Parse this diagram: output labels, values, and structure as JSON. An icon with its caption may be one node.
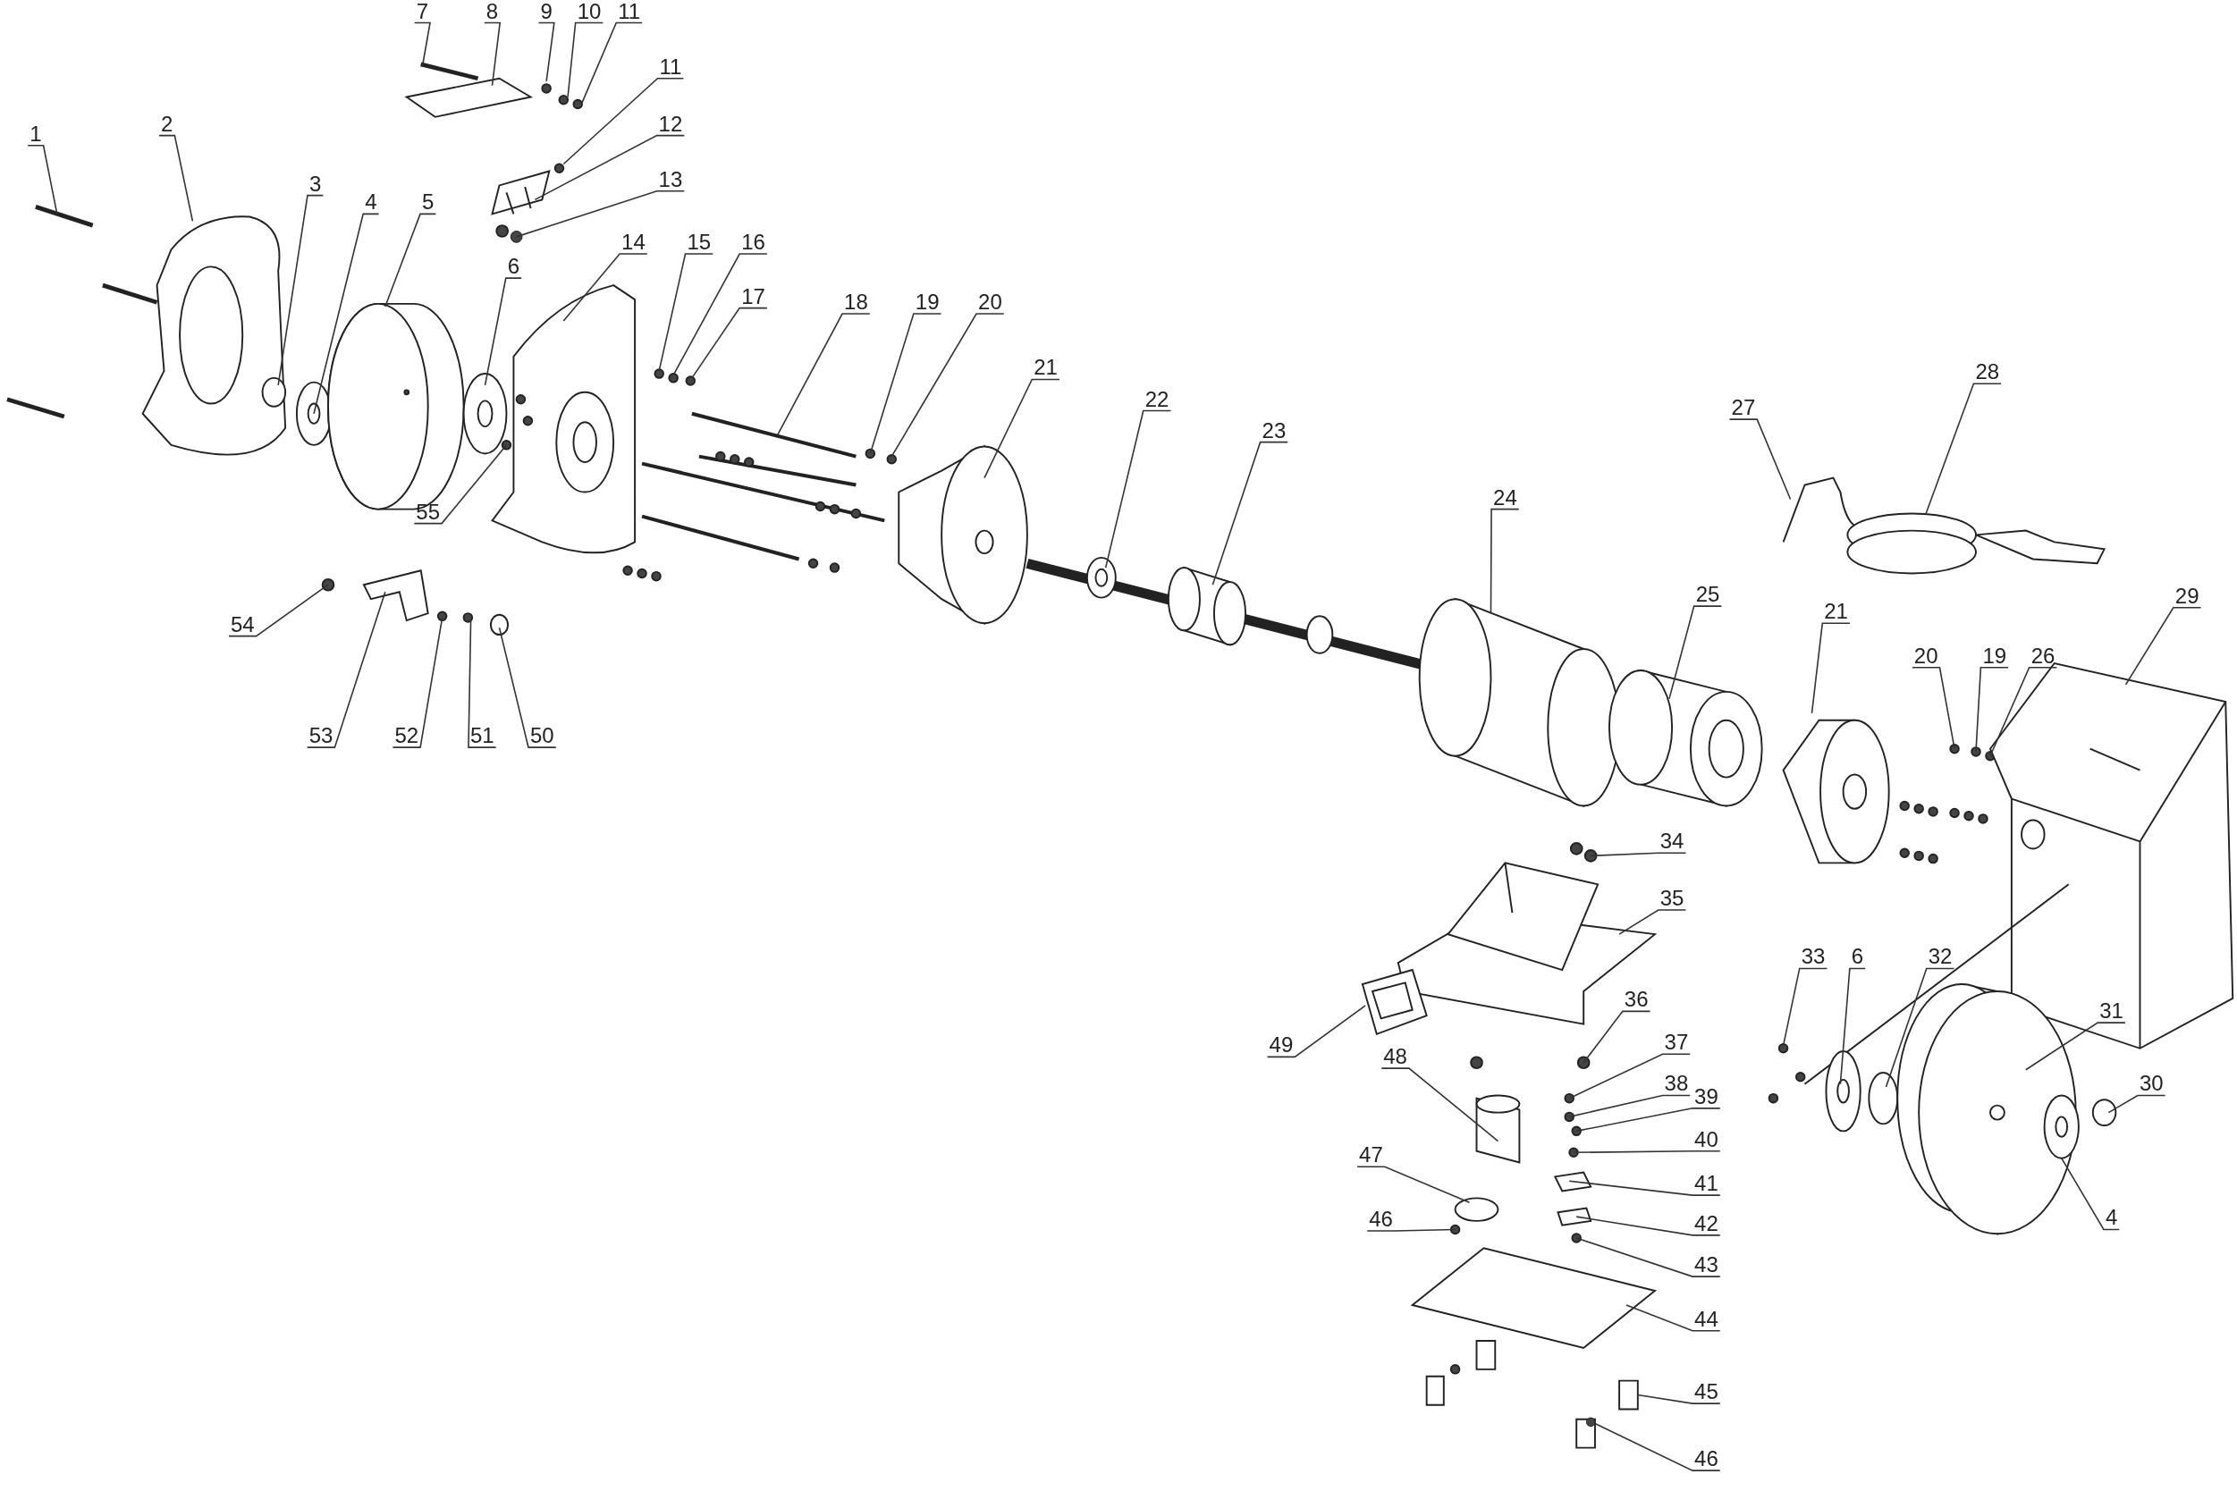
{
  "diagram": {
    "nodes": [
      {
        "text": [
          "1"
        ]
      },
      {
        "text": [
          "2"
        ]
      },
      {
        "text": [
          "3"
        ]
      },
      {
        "text": [
          "4"
        ]
      },
      {
        "text": [
          "5"
        ]
      },
      {
        "text": [
          "6"
        ]
      },
      {
        "text": [
          "7"
        ]
      },
      {
        "text": [
          "8"
        ]
      },
      {
        "text": [
          "9"
        ]
      },
      {
        "text": [
          "10"
        ]
      },
      {
        "text": [
          "11"
        ]
      },
      {
        "text": [
          "11"
        ]
      },
      {
        "text": [
          "12"
        ]
      },
      {
        "text": [
          "13"
        ]
      },
      {
        "text": [
          "14"
        ]
      },
      {
        "text": [
          "15"
        ]
      },
      {
        "text": [
          "16"
        ]
      },
      {
        "text": [
          "17"
        ]
      },
      {
        "text": [
          "18"
        ]
      },
      {
        "text": [
          "19"
        ]
      },
      {
        "text": [
          "20"
        ]
      },
      {
        "text": [
          "21"
        ]
      },
      {
        "text": [
          "22"
        ]
      },
      {
        "text": [
          "23"
        ]
      },
      {
        "text": [
          "24"
        ]
      },
      {
        "text": [
          "25"
        ]
      },
      {
        "text": [
          "21"
        ]
      },
      {
        "text": [
          "20"
        ]
      },
      {
        "text": [
          "19"
        ]
      },
      {
        "text": [
          "26"
        ]
      },
      {
        "text": [
          "27"
        ]
      },
      {
        "text": [
          "28"
        ]
      },
      {
        "text": [
          "29"
        ]
      },
      {
        "text": [
          "30"
        ]
      },
      {
        "text": [
          "31"
        ]
      },
      {
        "text": [
          "32"
        ]
      },
      {
        "text": [
          "33"
        ]
      },
      {
        "text": [
          "6"
        ]
      },
      {
        "text": [
          "4"
        ]
      },
      {
        "text": [
          "34"
        ]
      },
      {
        "text": [
          "35"
        ]
      },
      {
        "text": [
          "36"
        ]
      },
      {
        "text": [
          "37"
        ]
      },
      {
        "text": [
          "38"
        ]
      },
      {
        "text": [
          "39"
        ]
      },
      {
        "text": [
          "40"
        ]
      },
      {
        "text": [
          "41"
        ]
      },
      {
        "text": [
          "42"
        ]
      },
      {
        "text": [
          "43"
        ]
      },
      {
        "text": [
          "44"
        ]
      },
      {
        "text": [
          "45"
        ]
      },
      {
        "text": [
          "46"
        ]
      },
      {
        "text": [
          "46"
        ]
      },
      {
        "text": [
          "47"
        ]
      },
      {
        "text": [
          "48"
        ]
      },
      {
        "text": [
          "49"
        ]
      },
      {
        "text": [
          "50"
        ]
      },
      {
        "text": [
          "51"
        ]
      },
      {
        "text": [
          "52"
        ]
      },
      {
        "text": [
          "53"
        ]
      },
      {
        "text": [
          "54"
        ]
      },
      {
        "text": [
          "55"
        ]
      },
      {
        "text": [],
        "shape": "circle"
      },
      {
        "text": [],
        "shape": "box"
      },
      {
        "text": [],
        "shape": "box"
      },
      {
        "text": [],
        "shape": "circle"
      }
    ],
    "edges": [
      {
        "from": 0,
        "to": null,
        "arrow": "none"
      },
      {
        "from": 1,
        "to": null,
        "arrow": "none"
      },
      {
        "from": 2,
        "to": null,
        "arrow": "none"
      },
      {
        "from": 3,
        "to": null,
        "arrow": "none"
      },
      {
        "from": 4,
        "to": null,
        "arrow": "none"
      },
      {
        "from": 5,
        "to": null,
        "arrow": "none"
      },
      {
        "from": 6,
        "to": null,
        "arrow": "none"
      },
      {
        "from": 7,
        "to": null,
        "arrow": "none"
      },
      {
        "from": 8,
        "to": null,
        "arrow": "none"
      },
      {
        "from": 9,
        "to": null,
        "arrow": "none"
      },
      {
        "from": 10,
        "to": null,
        "arrow": "none"
      },
      {
        "from": 11,
        "to": null,
        "arrow": "none"
      },
      {
        "from": 12,
        "to": null,
        "arrow": "none"
      },
      {
        "from": 13,
        "to": 62,
        "arrow": "none"
      },
      {
        "from": 14,
        "to": null,
        "arrow": "none"
      },
      {
        "from": 15,
        "to": null,
        "arrow": "none"
      },
      {
        "from": 16,
        "to": null,
        "arrow": "none"
      },
      {
        "from": 17,
        "to": null,
        "arrow": "none"
      },
      {
        "from": 18,
        "to": null,
        "arrow": "none"
      },
      {
        "from": 19,
        "to": null,
        "arrow": "none"
      },
      {
        "from": 20,
        "to": null,
        "arrow": "none"
      },
      {
        "from": 21,
        "to": null,
        "arrow": "none"
      },
      {
        "from": 22,
        "to": null,
        "arrow": "none"
      },
      {
        "from": 23,
        "to": null,
        "arrow": "none"
      },
      {
        "from": 24,
        "to": null,
        "arrow": "none"
      },
      {
        "from": 25,
        "to": null,
        "arrow": "none"
      },
      {
        "from": 26,
        "to": null,
        "arrow": "none"
      },
      {
        "from": 27,
        "to": null,
        "arrow": "none"
      },
      {
        "from": 28,
        "to": null,
        "arrow": "none"
      },
      {
        "from": 29,
        "to": null,
        "arrow": "none"
      },
      {
        "from": 30,
        "to": null,
        "arrow": "none"
      },
      {
        "from": 31,
        "to": null,
        "arrow": "none"
      },
      {
        "from": 32,
        "to": null,
        "arrow": "none"
      },
      {
        "from": 33,
        "to": null,
        "arrow": "none"
      },
      {
        "from": 34,
        "to": null,
        "arrow": "none"
      },
      {
        "from": 35,
        "to": null,
        "arrow": "none"
      },
      {
        "from": 36,
        "to": null,
        "arrow": "none"
      },
      {
        "from": 37,
        "to": null,
        "arrow": "none"
      },
      {
        "from": 38,
        "to": null,
        "arrow": "none"
      },
      {
        "from": 39,
        "to": null,
        "arrow": "none"
      },
      {
        "from": 40,
        "to": null,
        "arrow": "none"
      },
      {
        "from": 41,
        "to": null,
        "arrow": "none"
      },
      {
        "from": 42,
        "to": null,
        "arrow": "none"
      },
      {
        "from": 43,
        "to": null,
        "arrow": "none"
      },
      {
        "from": 44,
        "to": null,
        "arrow": "none"
      },
      {
        "from": 45,
        "to": null,
        "arrow": "none"
      },
      {
        "from": 46,
        "to": null,
        "arrow": "none"
      },
      {
        "from": 47,
        "to": null,
        "arrow": "none"
      },
      {
        "from": 48,
        "to": null,
        "arrow": "none"
      },
      {
        "from": 49,
        "to": null,
        "arrow": "none"
      },
      {
        "from": 50,
        "to": 64,
        "arrow": "none"
      },
      {
        "from": 51,
        "to": 65,
        "arrow": "none"
      },
      {
        "from": 52,
        "to": null,
        "arrow": "none"
      },
      {
        "from": 53,
        "to": null,
        "arrow": "none"
      },
      {
        "from": 54,
        "to": null,
        "arrow": "none"
      },
      {
        "from": 55,
        "to": 63,
        "arrow": "none"
      },
      {
        "from": 56,
        "to": null,
        "arrow": "none"
      },
      {
        "from": 57,
        "to": null,
        "arrow": "none"
      },
      {
        "from": 58,
        "to": null,
        "arrow": "none"
      },
      {
        "from": 59,
        "to": null,
        "arrow": "none"
      },
      {
        "from": 60,
        "to": null,
        "arrow": "none"
      },
      {
        "from": 61,
        "to": null,
        "arrow": "none"
      }
    ]
  }
}
